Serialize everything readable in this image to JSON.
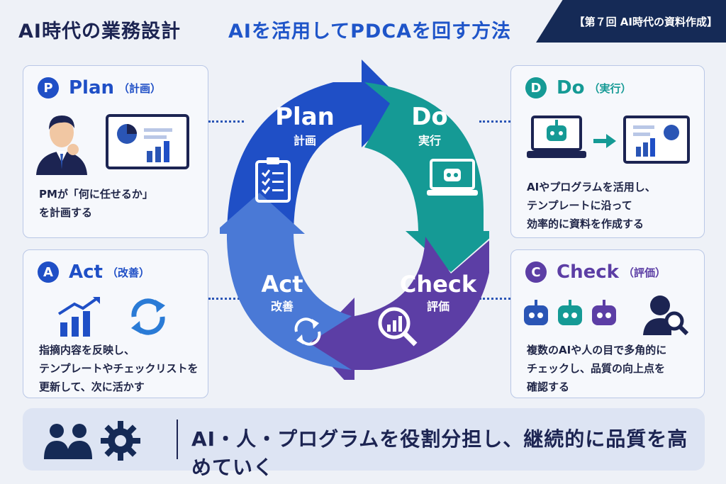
{
  "header": {
    "title": "AI時代の業務設計",
    "subtitle": "AIを活用してPDCAを回す方法",
    "series": "【第７回  AI時代の資料作成】"
  },
  "colors": {
    "plan": "#1f4fc6",
    "do": "#159a95",
    "check": "#5c3ea5",
    "act": "#4a79d6",
    "navy": "#152a56"
  },
  "cards": {
    "plan": {
      "letter": "P",
      "name": "Plan",
      "sub": "（計画）",
      "text": "PMが「何に任せるか」\nを計画する"
    },
    "do": {
      "letter": "D",
      "name": "Do",
      "sub": "（実行）",
      "text": "AIやプログラムを活用し、\nテンプレートに沿って\n効率的に資料を作成する"
    },
    "act": {
      "letter": "A",
      "name": "Act",
      "sub": "（改善）",
      "text": "指摘内容を反映し、\nテンプレートやチェックリストを\n更新して、次に活かす"
    },
    "check": {
      "letter": "C",
      "name": "Check",
      "sub": "（評価）",
      "text": "複数のAIや人の目で多角的に\nチェックし、品質の向上点を\n確認する"
    }
  },
  "cycle": {
    "plan": {
      "en": "Plan",
      "ja": "計画"
    },
    "do": {
      "en": "Do",
      "ja": "実行"
    },
    "check": {
      "en": "Check",
      "ja": "評価"
    },
    "act": {
      "en": "Act",
      "ja": "改善"
    }
  },
  "bottom": {
    "text": "AI・人・プログラムを役割分担し、継続的に品質を高めていく"
  }
}
